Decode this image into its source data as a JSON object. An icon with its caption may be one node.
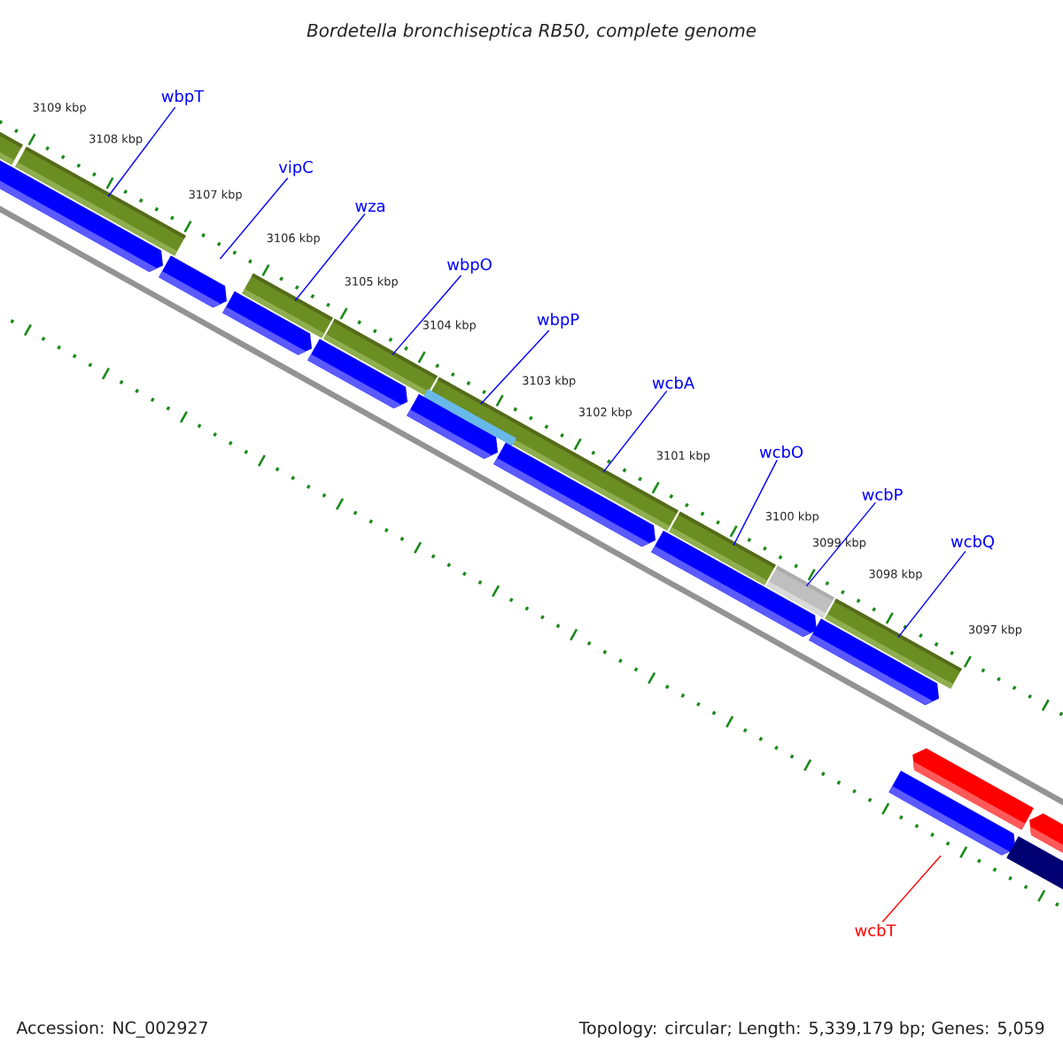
{
  "diagram": {
    "title": "Bordetella bronchiseptica RB50, complete genome",
    "nodes": [
      {
        "text": [
          "wbpT"
        ]
      },
      {
        "text": [
          "vipC"
        ]
      },
      {
        "text": [
          "wza"
        ]
      },
      {
        "text": [
          "wbpO"
        ]
      },
      {
        "text": [
          "wbpP"
        ]
      },
      {
        "text": [
          "wcbA"
        ]
      },
      {
        "text": [
          "wcbO"
        ]
      },
      {
        "text": [
          "wcbP"
        ]
      },
      {
        "text": [
          "wcbQ"
        ]
      },
      {
        "text": [
          "wcbT"
        ]
      }
    ],
    "edges": [
      {
        "from": 0,
        "to": null,
        "arrow": "none"
      },
      {
        "from": 1,
        "to": null,
        "arrow": "none"
      },
      {
        "from": 2,
        "to": null,
        "arrow": "none"
      },
      {
        "from": 3,
        "to": null,
        "arrow": "none"
      },
      {
        "from": 4,
        "to": null,
        "arrow": "none"
      },
      {
        "from": 5,
        "to": null,
        "arrow": "none"
      },
      {
        "from": 6,
        "to": null,
        "arrow": "none"
      },
      {
        "from": 7,
        "to": null,
        "arrow": "none"
      },
      {
        "from": 8,
        "to": null,
        "arrow": "none"
      },
      {
        "from": 9,
        "to": null,
        "arrow": "none",
        "color": "#ff0000"
      }
    ],
    "labels": [
      "3109 kbp",
      "3108 kbp",
      "3107 kbp",
      "3106 kbp",
      "3105 kbp",
      "3104 kbp",
      "3103 kbp",
      "3102 kbp",
      "3101 kbp",
      "3100 kbp",
      "3099 kbp",
      "3098 kbp",
      "3097 kbp",
      "Accession: NC_002927",
      "Topology: circular; Length: 5,339,179 bp; Genes: 5,059"
    ]
  }
}
